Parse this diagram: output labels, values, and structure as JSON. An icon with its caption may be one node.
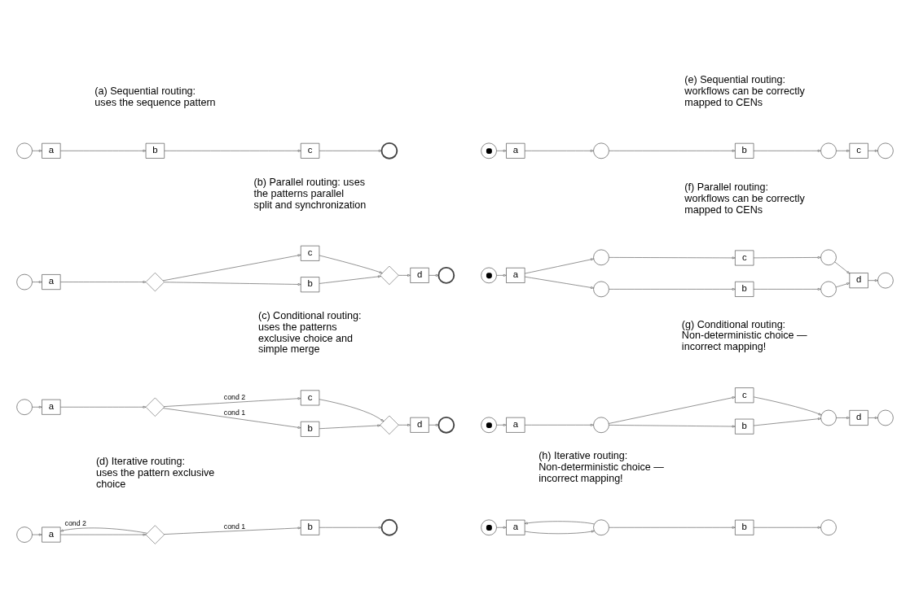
{
  "diagram": {
    "nodes": [
      {
        "text": [],
        "shape": "circle"
      },
      {
        "text": [
          "a"
        ]
      },
      {
        "text": [
          "b"
        ]
      },
      {
        "text": [
          "c"
        ]
      },
      {
        "text": [],
        "shape": "circle"
      },
      {
        "text": [],
        "shape": "circle"
      },
      {
        "text": [
          "a"
        ]
      },
      {
        "text": [],
        "shape": "diamond"
      },
      {
        "text": [
          "b"
        ]
      },
      {
        "text": [
          "c"
        ]
      },
      {
        "text": [],
        "shape": "diamond"
      },
      {
        "text": [
          "d"
        ]
      },
      {
        "text": [],
        "shape": "circle"
      },
      {
        "text": [],
        "shape": "circle"
      },
      {
        "text": [
          "a"
        ]
      },
      {
        "text": [],
        "shape": "diamond"
      },
      {
        "text": [
          "b"
        ]
      },
      {
        "text": [
          "c"
        ]
      },
      {
        "text": [],
        "shape": "diamond"
      },
      {
        "text": [
          "d"
        ]
      },
      {
        "text": [],
        "shape": "circle"
      },
      {
        "text": [],
        "shape": "circle"
      },
      {
        "text": [
          "a"
        ]
      },
      {
        "text": [],
        "shape": "diamond"
      },
      {
        "text": [
          "b"
        ]
      },
      {
        "text": [],
        "shape": "circle"
      },
      {
        "text": [],
        "shape": "circle"
      },
      {
        "text": [
          "a"
        ]
      },
      {
        "text": [],
        "shape": "circle"
      },
      {
        "text": [
          "b"
        ]
      },
      {
        "text": [],
        "shape": "circle"
      },
      {
        "text": [
          "c"
        ]
      },
      {
        "text": [],
        "shape": "circle"
      },
      {
        "text": [],
        "shape": "circle"
      },
      {
        "text": [
          "a"
        ]
      },
      {
        "text": [],
        "shape": "circle"
      },
      {
        "text": [],
        "shape": "circle"
      },
      {
        "text": [
          "b"
        ]
      },
      {
        "text": [
          "c"
        ]
      },
      {
        "text": [],
        "shape": "circle"
      },
      {
        "text": [],
        "shape": "circle"
      },
      {
        "text": [
          "d"
        ]
      },
      {
        "text": [],
        "shape": "circle"
      },
      {
        "text": [],
        "shape": "circle"
      },
      {
        "text": [
          "a"
        ]
      },
      {
        "text": [],
        "shape": "circle"
      },
      {
        "text": [
          "b"
        ]
      },
      {
        "text": [
          "c"
        ]
      },
      {
        "text": [],
        "shape": "circle"
      },
      {
        "text": [
          "d"
        ]
      },
      {
        "text": [],
        "shape": "circle"
      },
      {
        "text": [],
        "shape": "circle"
      },
      {
        "text": [
          "a"
        ]
      },
      {
        "text": [],
        "shape": "circle"
      },
      {
        "text": [
          "b"
        ]
      },
      {
        "text": [],
        "shape": "circle"
      }
    ],
    "edges": [
      {
        "from": 0,
        "to": 1,
        "arrow": "to"
      },
      {
        "from": 1,
        "to": 2,
        "arrow": "to"
      },
      {
        "from": 2,
        "to": 3,
        "arrow": "to"
      },
      {
        "from": 3,
        "to": 4,
        "arrow": "to"
      },
      {
        "from": 5,
        "to": 6,
        "arrow": "to"
      },
      {
        "from": 6,
        "to": 7,
        "arrow": "to"
      },
      {
        "from": 7,
        "to": 8,
        "arrow": "to"
      },
      {
        "from": 7,
        "to": 9,
        "arrow": "to"
      },
      {
        "from": 8,
        "to": 10,
        "arrow": "to"
      },
      {
        "from": 9,
        "to": 10,
        "arrow": "to"
      },
      {
        "from": 10,
        "to": 11,
        "arrow": "to"
      },
      {
        "from": 11,
        "to": 12,
        "arrow": "to"
      },
      {
        "from": 13,
        "to": 14,
        "arrow": "to"
      },
      {
        "from": 14,
        "to": 15,
        "arrow": "to"
      },
      {
        "from": 15,
        "to": 16,
        "arrow": "to",
        "label": "cond 1"
      },
      {
        "from": 15,
        "to": 17,
        "arrow": "to",
        "label": "cond 2"
      },
      {
        "from": 16,
        "to": 18,
        "arrow": "to"
      },
      {
        "from": 17,
        "to": 18,
        "arrow": "to"
      },
      {
        "from": 18,
        "to": 19,
        "arrow": "to"
      },
      {
        "from": 19,
        "to": 20,
        "arrow": "to"
      },
      {
        "from": 21,
        "to": 22,
        "arrow": "to"
      },
      {
        "from": 22,
        "to": 23,
        "arrow": "to"
      },
      {
        "from": 23,
        "to": 24,
        "arrow": "to",
        "label": "cond 1"
      },
      {
        "from": 23,
        "to": 22,
        "arrow": "to",
        "label": "cond 2"
      },
      {
        "from": 24,
        "to": 25,
        "arrow": "to"
      },
      {
        "from": 26,
        "to": 27,
        "arrow": "to"
      },
      {
        "from": 27,
        "to": 28,
        "arrow": "to"
      },
      {
        "from": 28,
        "to": 29,
        "arrow": "to"
      },
      {
        "from": 29,
        "to": 30,
        "arrow": "to"
      },
      {
        "from": 30,
        "to": 31,
        "arrow": "to"
      },
      {
        "from": 31,
        "to": 32,
        "arrow": "to"
      },
      {
        "from": 33,
        "to": 34,
        "arrow": "to"
      },
      {
        "from": 34,
        "to": 35,
        "arrow": "to"
      },
      {
        "from": 34,
        "to": 36,
        "arrow": "to"
      },
      {
        "from": 35,
        "to": 37,
        "arrow": "to"
      },
      {
        "from": 36,
        "to": 38,
        "arrow": "to"
      },
      {
        "from": 37,
        "to": 39,
        "arrow": "to"
      },
      {
        "from": 38,
        "to": 40,
        "arrow": "to"
      },
      {
        "from": 39,
        "to": 41,
        "arrow": "to"
      },
      {
        "from": 40,
        "to": 41,
        "arrow": "to"
      },
      {
        "from": 41,
        "to": 42,
        "arrow": "to"
      },
      {
        "from": 43,
        "to": 44,
        "arrow": "to"
      },
      {
        "from": 44,
        "to": 45,
        "arrow": "to"
      },
      {
        "from": 45,
        "to": 46,
        "arrow": "to"
      },
      {
        "from": 45,
        "to": 47,
        "arrow": "to"
      },
      {
        "from": 46,
        "to": 48,
        "arrow": "to"
      },
      {
        "from": 47,
        "to": 48,
        "arrow": "to"
      },
      {
        "from": 48,
        "to": 49,
        "arrow": "to"
      },
      {
        "from": 49,
        "to": 50,
        "arrow": "to"
      },
      {
        "from": 51,
        "to": 52,
        "arrow": "to"
      },
      {
        "from": 52,
        "to": 53,
        "arrow": "to"
      },
      {
        "from": 53,
        "to": 54,
        "arrow": "to"
      },
      {
        "from": 53,
        "to": 52,
        "arrow": "to"
      },
      {
        "from": 54,
        "to": 55,
        "arrow": "to"
      }
    ],
    "labels": [
      "(a) Sequential routing: uses the sequence pattern",
      "(b) Parallel routing: uses the patterns parallel split and synchronization",
      "(c) Conditional routing: uses the patterns exclusive choice and simple merge",
      "(d) Iterative routing: uses the pattern exclusive choice",
      "(e) Sequential routing: workflows can be correctly mapped to CENs",
      "(f) Parallel routing: workflows can be correctly mapped to CENs",
      "(g) Conditional routing: Non-deterministic choice — incorrect mapping!",
      "(h) Iterative routing: Non-deterministic choice — incorrect mapping!"
    ]
  }
}
